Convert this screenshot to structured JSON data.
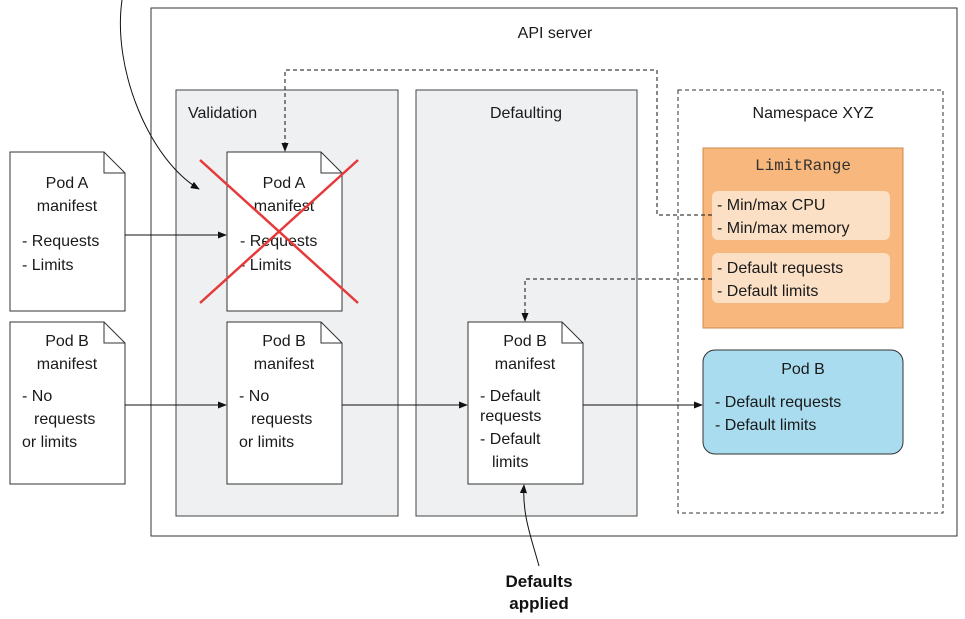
{
  "diagram": {
    "api_server_label": "API server",
    "validation_label": "Validation",
    "defaulting_label": "Defaulting",
    "namespace_label": "Namespace XYZ",
    "pod_a_input": {
      "title1": "Pod A",
      "title2": "manifest",
      "line1": "- Requests",
      "line2": "- Limits"
    },
    "pod_b_input": {
      "title1": "Pod B",
      "title2": "manifest",
      "line1": "- No",
      "line2": "requests",
      "line3": "or limits"
    },
    "pod_a_validation": {
      "title1": "Pod A",
      "title2": "manifest",
      "line1": "- Requests",
      "line2": "- Limits"
    },
    "pod_b_validation": {
      "title1": "Pod B",
      "title2": "manifest",
      "line1": "- No",
      "line2": "requests",
      "line3": "or limits"
    },
    "pod_b_defaulting": {
      "title1": "Pod B",
      "title2": "manifest",
      "line1": "- Default",
      "line2": "requests",
      "line3": "- Default",
      "line4": "limits"
    },
    "limitrange": {
      "title": "LimitRange",
      "minmax_line1": "- Min/max CPU",
      "minmax_line2": "- Min/max memory",
      "defaults_line1": "- Default requests",
      "defaults_line2": "- Default limits"
    },
    "pod_b_result": {
      "title": "Pod B",
      "line1": "- Default requests",
      "line2": "- Default limits"
    },
    "annotation": {
      "line1": "Defaults",
      "line2": "applied"
    },
    "colors": {
      "limitrange_fill": "#f8b77c",
      "limitrange_inner": "#fce0c6",
      "pod_b_fill": "#a9dcef",
      "stage_fill": "#eef0f2",
      "cross": "#e5393a"
    }
  }
}
